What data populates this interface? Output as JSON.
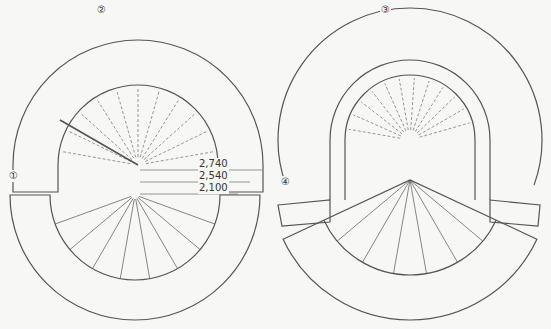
{
  "diagram": {
    "labels": [
      "②",
      "③",
      "①",
      "④",
      "2,740",
      "2,540",
      "2,100"
    ]
  }
}
